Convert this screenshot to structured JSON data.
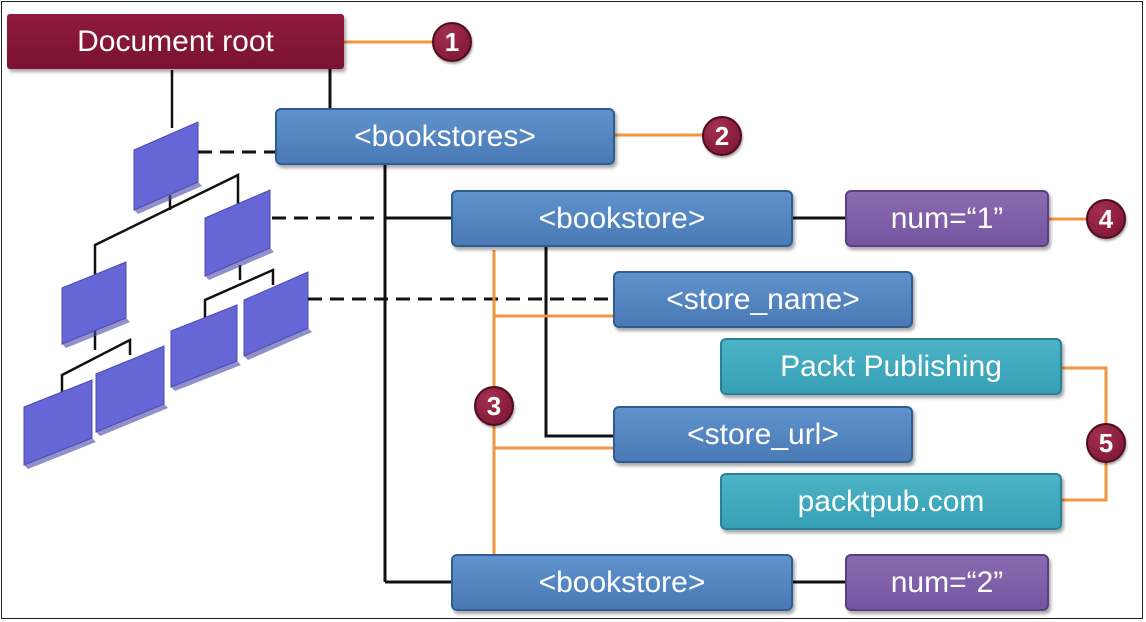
{
  "nodes": {
    "document_root": "Document root",
    "bookstores": "<bookstores>",
    "bookstore_1": "<bookstore>",
    "attr_num_1": "num=“1”",
    "store_name": "<store_name>",
    "store_url": "<store_url>",
    "text_packt_publishing": "Packt Publishing",
    "text_packtpub_com": "packtpub.com",
    "bookstore_2": "<bookstore>",
    "attr_num_2": "num=“2”"
  },
  "callouts": [
    "1",
    "2",
    "3",
    "4",
    "5"
  ],
  "colors": {
    "root": "#7f1436",
    "element": "#4f82c0",
    "attribute": "#7b5ca6",
    "text": "#3aa6bb",
    "callout_line": "#f0963c",
    "tree_icon": "#6666d6"
  },
  "icons": [
    "tree-hierarchy-icon"
  ]
}
